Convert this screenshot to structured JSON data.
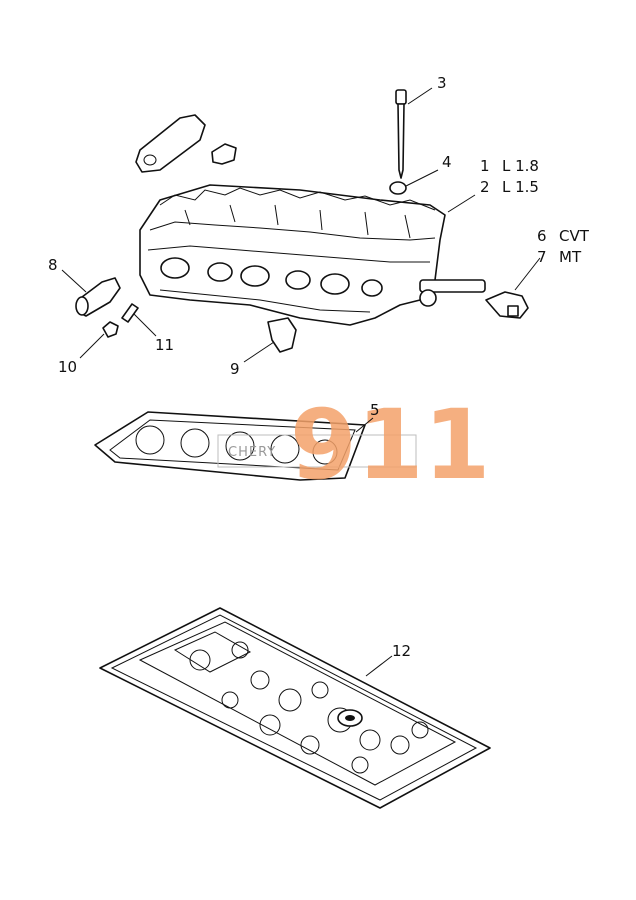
{
  "callouts": {
    "c1": "1",
    "c1_text": "L 1.8",
    "c2": "2",
    "c2_text": "L 1.5",
    "c3": "3",
    "c4": "4",
    "c5": "5",
    "c6": "6",
    "c6_text": "CVT",
    "c7": "7",
    "c7_text": "MT",
    "c8": "8",
    "c9": "9",
    "c10": "10",
    "c11": "11",
    "c12": "12"
  },
  "watermark": {
    "brand": "CHERY",
    "number": "911"
  },
  "colors": {
    "ink": "#111111",
    "watermark_orange": "#f4a26a",
    "watermark_gray": "#9a9a9a"
  }
}
